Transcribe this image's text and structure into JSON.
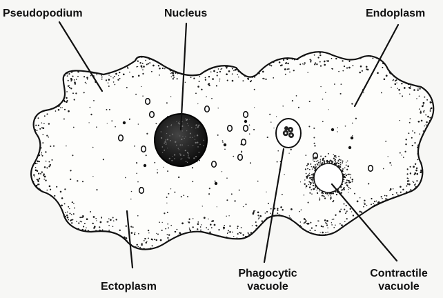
{
  "labels": {
    "pseudopodium": "Pseudopodium",
    "nucleus": "Nucleus",
    "endoplasm": "Endoplasm",
    "ectoplasm": "Ectoplasm",
    "phagocytic_line1": "Phagocytic",
    "phagocytic_line2": "vacuole",
    "contractile_line1": "Contractile",
    "contractile_line2": "vacuole"
  },
  "colors": {
    "ink": "#111111",
    "background": "#f7f7f5",
    "cell_fill": "#fdfdfb"
  }
}
